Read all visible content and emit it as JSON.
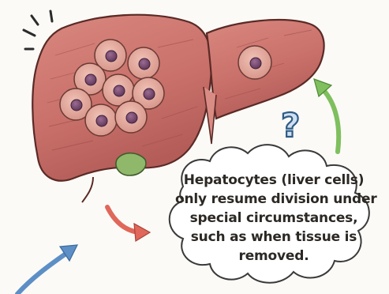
{
  "caption": {
    "lines": [
      "Hepatocytes (liver cells)",
      "only resume division under",
      "special circumstances,",
      "such as when tissue is",
      "removed."
    ]
  },
  "question_mark": "?",
  "icons": {
    "liver": "liver-organ-icon",
    "cells": "hepatocyte-cell-icon",
    "arrow_red": "curved-arrow-red-icon",
    "arrow_green": "curved-arrow-green-icon",
    "arrow_blue": "curved-arrow-blue-icon"
  },
  "colors": {
    "liver": "#c9706a",
    "liver_outline": "#5a2a26",
    "cell": "#d99a8e",
    "nucleus": "#7a4a72",
    "gallbladder": "#8fb86a",
    "arrow_red": "#e0675a",
    "arrow_green": "#7fbf5e",
    "arrow_blue": "#5d8fc6"
  }
}
